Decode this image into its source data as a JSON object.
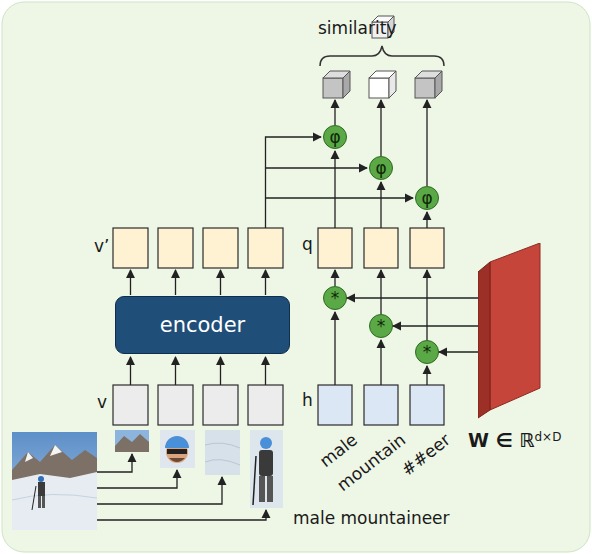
{
  "diagram": {
    "nodes": [
      {
        "text": [
          "φ"
        ]
      },
      {
        "text": [
          "φ"
        ]
      },
      {
        "text": [
          "φ"
        ]
      },
      {
        "text": [
          "W ∈ ℝ",
          "d×D"
        ]
      },
      {
        "text": [
          "encoder"
        ]
      },
      {
        "text": [
          "*"
        ]
      },
      {
        "text": [
          "*"
        ]
      },
      {
        "text": [
          "*"
        ]
      }
    ],
    "edges": [
      {
        "from": 3,
        "to": 5,
        "arrow": "to"
      },
      {
        "from": 3,
        "to": 6,
        "arrow": "to"
      },
      {
        "from": 3,
        "to": 7,
        "arrow": "to"
      }
    ],
    "labels": [
      "similarity",
      "v’",
      "q",
      "v",
      "h",
      "male",
      "mountain",
      "##eer",
      "male mountaineer"
    ]
  }
}
